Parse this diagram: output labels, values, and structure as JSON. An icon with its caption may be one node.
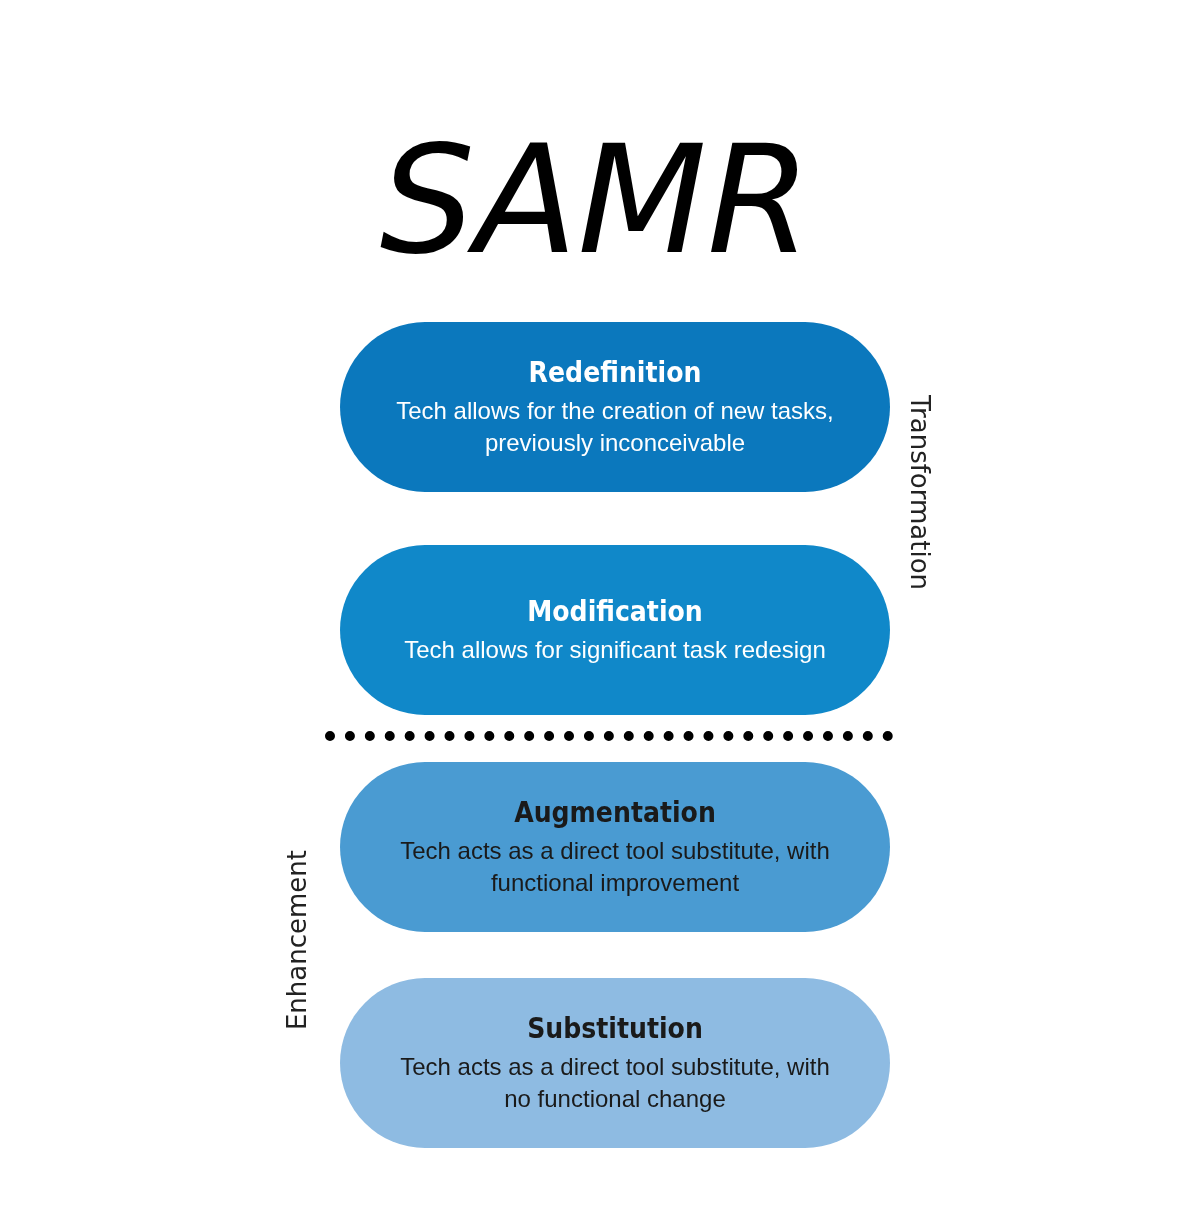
{
  "diagram": {
    "title": "SAMR",
    "nodes": [
      {
        "text": [
          "Redefinition",
          "Tech allows for the creation of new tasks, previously inconceivable"
        ]
      },
      {
        "text": [
          "Modification",
          "Tech allows for significant task redesign"
        ]
      },
      {
        "text": [
          "Augmentation",
          "Tech acts as a direct tool substitute, with functional improvement"
        ]
      },
      {
        "text": [
          "Substitution",
          "Tech acts as a direct tool substitute, with no functional change"
        ]
      }
    ],
    "edges": [],
    "labels": [
      "Transformation",
      "Enhancement"
    ]
  }
}
